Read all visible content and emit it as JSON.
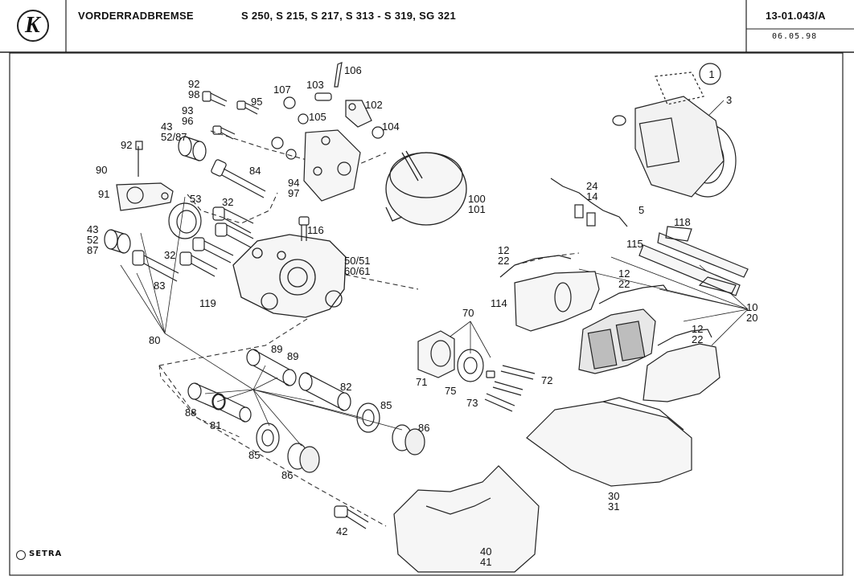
{
  "header": {
    "title": "VORDERRADBREMSE",
    "models": "S 250, S 215, S 217, S 313 - S 319, SG 321",
    "doc_number": "13-01.043/A",
    "date": "06.05.98"
  },
  "logo_letter": "K",
  "brand": "SETRA",
  "detail_marker": "1",
  "labels": {
    "l106": "106",
    "l92a": "92",
    "l98": "98",
    "l107": "107",
    "l103": "103",
    "l95": "95",
    "l102": "102",
    "l93": "93",
    "l96": "96",
    "l105": "105",
    "l104": "104",
    "l43a": "43",
    "l5287a": "52/87",
    "l92b": "92",
    "l90": "90",
    "l84": "84",
    "l91": "91",
    "l94": "94",
    "l97": "97",
    "l53": "53",
    "l32a": "32",
    "l100": "100",
    "l101": "101",
    "l116": "116",
    "l43b": "43",
    "l52": "52",
    "l87": "87",
    "l32b": "32",
    "l83": "83",
    "l5051": "50/51",
    "l6061": "60/61",
    "l119": "119",
    "l3": "3",
    "l5": "5",
    "l24": "24",
    "l14": "14",
    "l118": "118",
    "l115": "115",
    "l12a": "12",
    "l22a": "22",
    "l12b": "12",
    "l22b": "22",
    "l114": "114",
    "l10": "10",
    "l20": "20",
    "l12c": "12",
    "l22c": "22",
    "l70": "70",
    "l80": "80",
    "l89a": "89",
    "l89b": "89",
    "l72": "72",
    "l71": "71",
    "l75": "75",
    "l73": "73",
    "l82": "82",
    "l85a": "85",
    "l86a": "86",
    "l88": "88",
    "l81": "81",
    "l85b": "85",
    "l86b": "86",
    "l30": "30",
    "l31": "31",
    "l42": "42",
    "l40": "40",
    "l41": "41"
  }
}
